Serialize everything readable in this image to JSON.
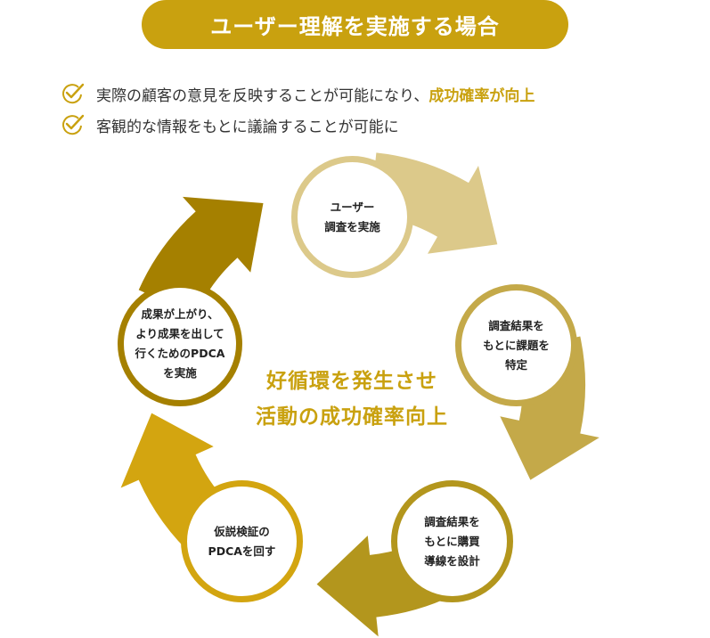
{
  "title": "ユーザー理解を実施する場合",
  "benefits": [
    {
      "text": "実際の顧客の意見を反映することが可能になり、",
      "highlight": "成功確率が向上"
    },
    {
      "text": "客観的な情報をもとに議論することが可能に",
      "highlight": ""
    }
  ],
  "cycle": {
    "center": "好循環を発生させ\n活動の成功確率向上",
    "steps": [
      {
        "label": "ユーザー\n調査を実施",
        "color": "#dcc98a"
      },
      {
        "label": "調査結果を\nもとに課題を\n特定",
        "color": "#c4a949"
      },
      {
        "label": "調査結果を\nもとに購買\n導線を設計",
        "color": "#b3961d"
      },
      {
        "label": "仮説検証の\nPDCAを回す",
        "color": "#d3a510"
      },
      {
        "label": "成果が上がり、\nより成果を出して\n行くためのPDCA\nを実施",
        "color": "#a58000"
      }
    ]
  },
  "colors": {
    "accent": "#c9a10f",
    "text": "#333333"
  },
  "icons": {
    "check": "check-circle-icon"
  }
}
